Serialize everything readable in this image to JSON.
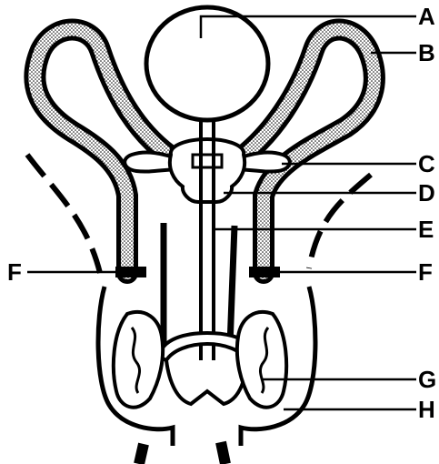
{
  "diagram": {
    "labels": {
      "A": "A",
      "B": "B",
      "C": "C",
      "D": "D",
      "E": "E",
      "F_left": "F",
      "F_right": "F",
      "G": "G",
      "H": "H"
    }
  }
}
